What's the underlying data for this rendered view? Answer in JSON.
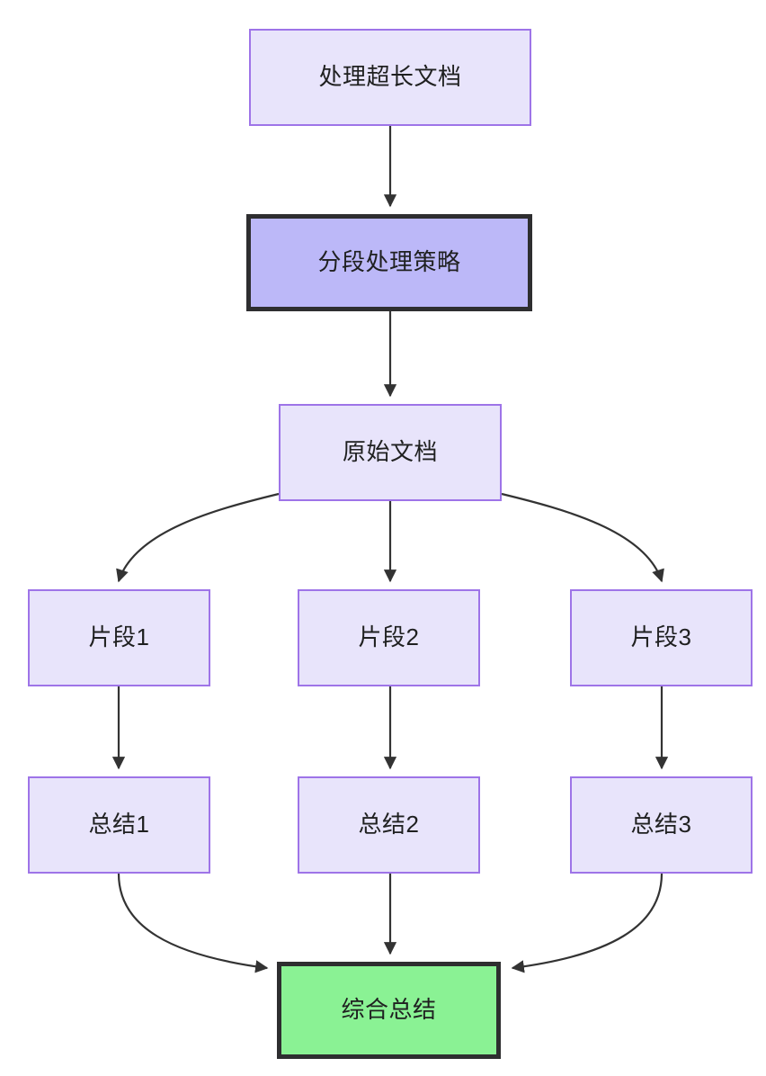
{
  "diagram": {
    "type": "flowchart",
    "direction": "top-down",
    "title_text": "处理超长文档",
    "background": "#ffffff",
    "colors": {
      "node_fill": "#e8e4fb",
      "node_border": "#9e74e8",
      "emphasis_fill": "#bcb8f8",
      "emphasis_border": "#2e2e30",
      "result_fill": "#8af294",
      "result_border": "#2e2e30",
      "edge_stroke": "#333333",
      "text": "#1f2020"
    },
    "nodes": [
      {
        "id": "top",
        "label": "处理超长文档",
        "style": "plain"
      },
      {
        "id": "strategy",
        "label": "分段处理策略",
        "style": "emphasis"
      },
      {
        "id": "source",
        "label": "原始文档",
        "style": "plain"
      },
      {
        "id": "chunk1",
        "label": "片段1",
        "style": "plain"
      },
      {
        "id": "chunk2",
        "label": "片段2",
        "style": "plain"
      },
      {
        "id": "chunk3",
        "label": "片段3",
        "style": "plain"
      },
      {
        "id": "sum1",
        "label": "总结1",
        "style": "plain"
      },
      {
        "id": "sum2",
        "label": "总结2",
        "style": "plain"
      },
      {
        "id": "sum3",
        "label": "总结3",
        "style": "plain"
      },
      {
        "id": "final",
        "label": "综合总结",
        "style": "result"
      }
    ],
    "edges": [
      {
        "from": "top",
        "to": "strategy",
        "shape": "straight"
      },
      {
        "from": "strategy",
        "to": "source",
        "shape": "straight"
      },
      {
        "from": "source",
        "to": "chunk1",
        "shape": "curve-left"
      },
      {
        "from": "source",
        "to": "chunk2",
        "shape": "straight"
      },
      {
        "from": "source",
        "to": "chunk3",
        "shape": "curve-right"
      },
      {
        "from": "chunk1",
        "to": "sum1",
        "shape": "straight"
      },
      {
        "from": "chunk2",
        "to": "sum2",
        "shape": "straight"
      },
      {
        "from": "chunk3",
        "to": "sum3",
        "shape": "straight"
      },
      {
        "from": "sum1",
        "to": "final",
        "shape": "curve-right"
      },
      {
        "from": "sum2",
        "to": "final",
        "shape": "straight"
      },
      {
        "from": "sum3",
        "to": "final",
        "shape": "curve-left"
      }
    ]
  }
}
